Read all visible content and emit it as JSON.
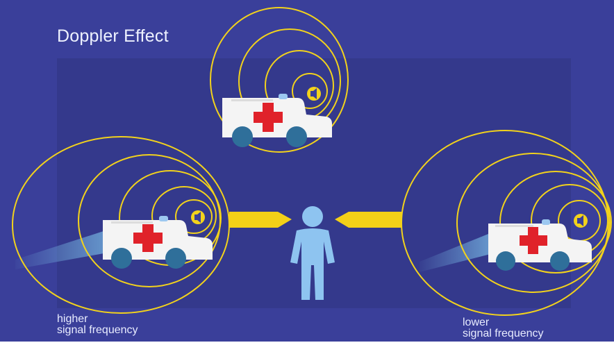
{
  "title": "Doppler Effect",
  "captions": {
    "left": {
      "line1": "higher",
      "line2": "signal frequency"
    },
    "right": {
      "line1": "lower",
      "line2": "signal frequency"
    }
  },
  "colors": {
    "background": "#3a3f9a",
    "panel": "#34398c",
    "wave_ring": "#f2d21c",
    "arrow": "#f3d018",
    "person": "#8ec4f0",
    "ambulance_body": "#f4f4f4",
    "red_cross": "#e0222a",
    "wheel": "#2f6f9a",
    "siren": "#9cc8f0",
    "headlight_beam": "#6fa8d8"
  },
  "icons": {
    "vehicle": "ambulance-icon",
    "cross": "red-cross-icon",
    "speaker": "speaker-icon",
    "listener": "person-icon",
    "arrow": "arrow-icon"
  }
}
